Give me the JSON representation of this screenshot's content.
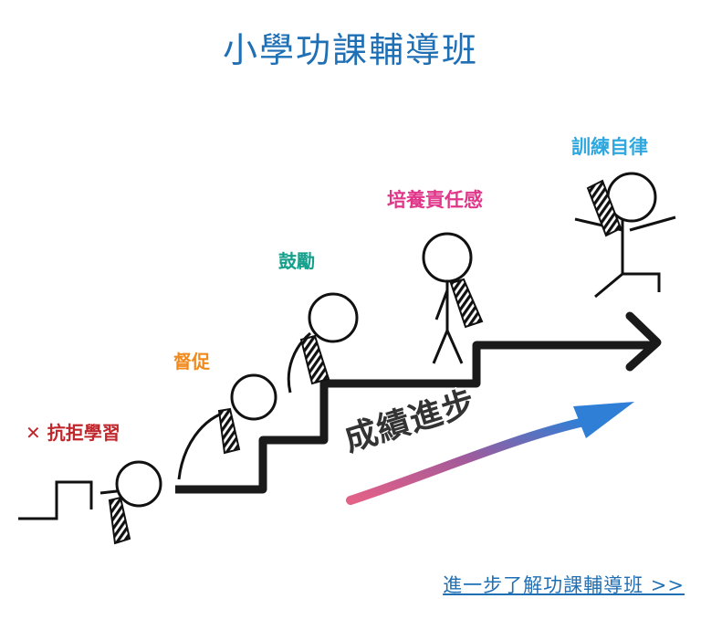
{
  "title": "小學功課輔導班",
  "stages": {
    "resist": "抗拒學習",
    "resist_mark": "✕",
    "supervise": "督促",
    "encourage": "鼓勵",
    "responsibility": "培養責任感",
    "self_discipline": "訓練自律"
  },
  "progress_label": "成績進步",
  "link": {
    "text": "進一步了解功課輔導班 >>"
  },
  "colors": {
    "title": "#1f6fb5",
    "resist": "#c0272d",
    "supervise": "#f08a1c",
    "encourage": "#16a08c",
    "responsibility": "#e0378a",
    "self_discipline": "#2fa8e0",
    "arrow_start": "#e0507a",
    "arrow_end": "#2f7fd6"
  },
  "icons": [
    "stick-figure-icon",
    "necktie-icon",
    "arrow-right-icon",
    "cross-icon"
  ]
}
